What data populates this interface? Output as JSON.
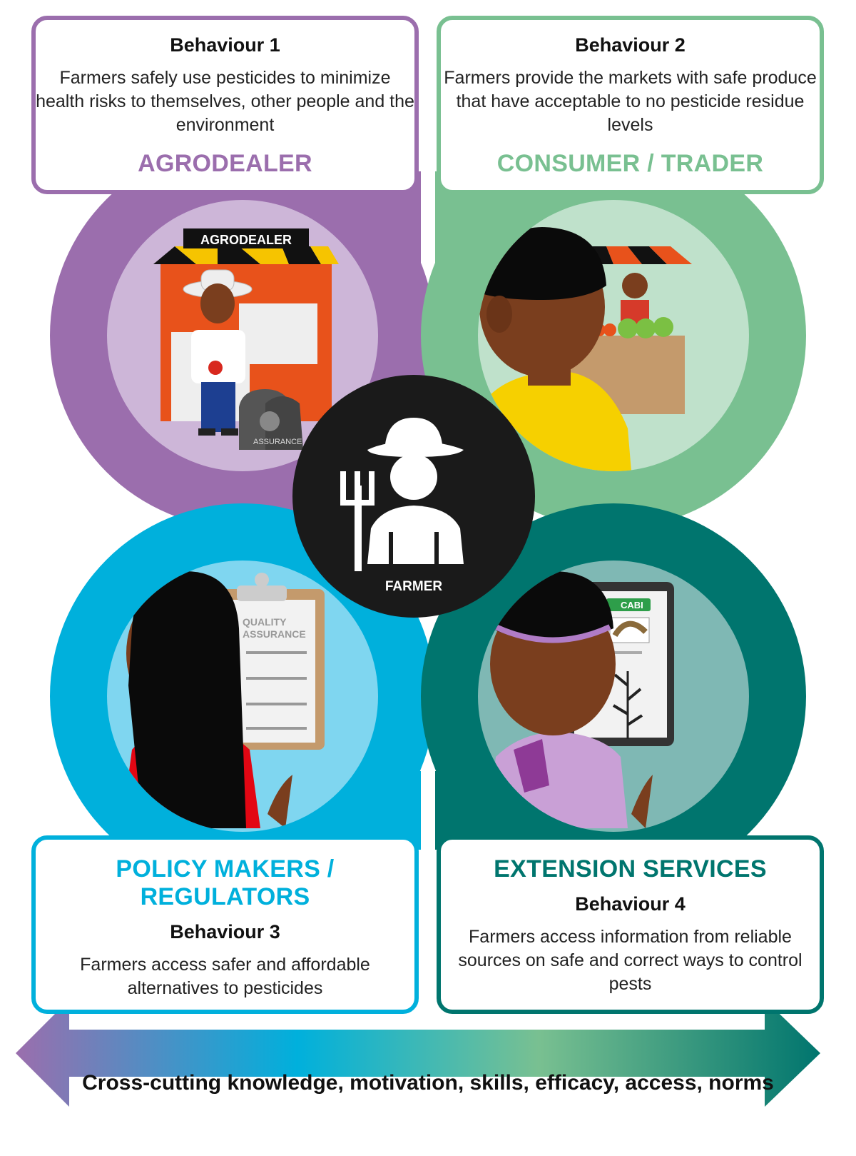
{
  "boxes": {
    "agrodealer": {
      "behaviour": "Behaviour 1",
      "description": "Farmers safely use pesticides to minimize health risks to themselves, other people and the environment",
      "role": "AGRODEALER",
      "color": "#9b6ead"
    },
    "consumer_trader": {
      "behaviour": "Behaviour 2",
      "description": "Farmers provide the markets with safe produce that have acceptable to no pesticide residue levels",
      "role": "CONSUMER / TRADER",
      "color": "#79c091"
    },
    "policy_makers": {
      "role": "POLICY MAKERS / REGULATORS",
      "behaviour": "Behaviour 3",
      "description": "Farmers access safer and affordable alternatives to pesticides",
      "color": "#00b0dc"
    },
    "extension_services": {
      "role": "EXTENSION SERVICES",
      "behaviour": "Behaviour 4",
      "description": "Farmers access information from reliable sources on safe and correct ways to control pests",
      "color": "#00756e"
    }
  },
  "illustrations": {
    "shop_sign": "AGRODEALER",
    "clipboard_label": "QUALITY ASSURANCE",
    "clipboard_line1": "QUALITY",
    "clipboard_line2": "ASSURANCE",
    "tablet_logo": "CABI"
  },
  "center": {
    "label": "FARMER"
  },
  "arrow": {
    "text": "Cross-cutting knowledge, motivation, skills, efficacy, access, norms"
  }
}
